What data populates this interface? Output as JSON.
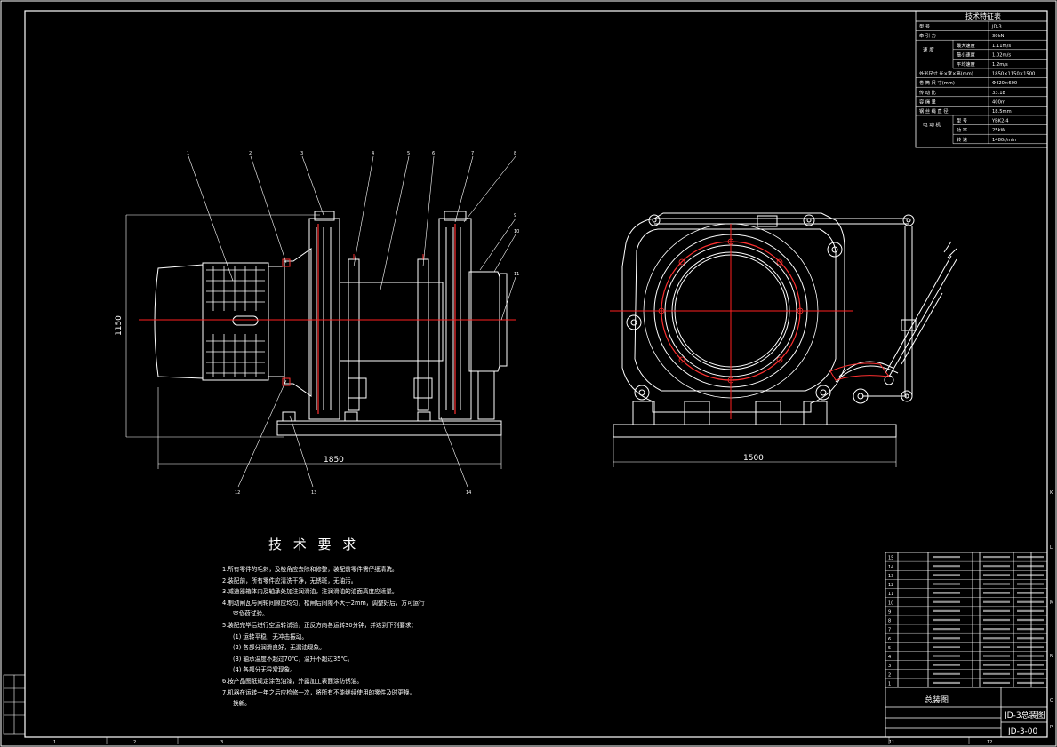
{
  "colors": {
    "background": "#000000",
    "line": "#ffffff",
    "center_line": "#ff2020",
    "accent": "#ff3030"
  },
  "dimensions": {
    "front_width": "1850",
    "front_height": "1150",
    "side_width": "1500"
  },
  "callouts": [
    "1",
    "2",
    "3",
    "4",
    "5",
    "6",
    "7",
    "8",
    "9",
    "10",
    "11"
  ],
  "bottom_callouts": [
    "12",
    "13",
    "14"
  ],
  "spec_table": {
    "title": "技术特征表",
    "rows": [
      {
        "label": "型 号",
        "value": "JD-3"
      },
      {
        "label": "牵 引 力",
        "value": "30kN"
      },
      {
        "group": "速 度",
        "label": "最大速度",
        "value": "1.11m/s"
      },
      {
        "group": "",
        "label": "最小速度",
        "value": "1.02m/s"
      },
      {
        "group": "",
        "label": "平均速度",
        "value": "1.2m/s"
      },
      {
        "label": "外形尺寸 长×宽×高(mm)",
        "value": "1850×1150×1500"
      },
      {
        "label": "卷 筒 尺 寸(mm)",
        "value": "Φ420×600"
      },
      {
        "label": "传 动 比",
        "value": "33.18"
      },
      {
        "label": "容 绳 量",
        "value": "400m"
      },
      {
        "label": "钢 丝 绳 直 径",
        "value": "18.5mm"
      },
      {
        "group": "电 动 机",
        "label": "型 号",
        "value": "YBK2-4"
      },
      {
        "group": "",
        "label": "功 率",
        "value": "25kW"
      },
      {
        "group": "",
        "label": "转 速",
        "value": "1480r/min"
      }
    ]
  },
  "tech_requirements": {
    "title": "技 术 要 求",
    "items": [
      {
        "text": "1.所有零件的毛刺，及棱角应去除和修整，装配前零件需仔细清洗。",
        "sub": false
      },
      {
        "text": "2.装配前，所有零件应清洗干净，无锈斑，无油污。",
        "sub": false
      },
      {
        "text": "3.减速器箱体内及轴承处加注润滑油，注润滑油的油面高度应适量。",
        "sub": false
      },
      {
        "text": "4.制动闸瓦与闸轮间隙应均匀，松闸后间隙不大于2mm，调整好后，方可运行",
        "sub": false
      },
      {
        "text": "空负荷试验。",
        "sub": true
      },
      {
        "text": "5.装配完毕后进行空运转试验，正反方向各运转30分钟，并达到下列要求：",
        "sub": false
      },
      {
        "text": "(1) 运转平稳，无冲击振动。",
        "sub": true
      },
      {
        "text": "(2) 各部分润滑良好，无漏油现象。",
        "sub": true
      },
      {
        "text": "(3) 轴承温度不超过70℃，温升不超过35℃。",
        "sub": true
      },
      {
        "text": "(4) 各部分无异常现象。",
        "sub": true
      },
      {
        "text": "6.按产品图纸规定涂色油漆，外露加工表面涂防锈油。",
        "sub": false
      },
      {
        "text": "7.机器在运转一年之后应检修一次，将所有不能继续使用的零件及时更换。",
        "sub": false
      },
      {
        "text": "换新。",
        "sub": true
      }
    ]
  },
  "title_block": {
    "drawing_title": "总装图",
    "drawing_name": "JD-3总装图",
    "drawing_number": "JD-3-00"
  },
  "bom_rows": [
    "15",
    "14",
    "13",
    "12",
    "11",
    "10",
    "9",
    "8",
    "7",
    "6",
    "5",
    "4",
    "3",
    "2",
    "1"
  ],
  "border_marks": {
    "bottom": [
      "1",
      "2",
      "3",
      "11",
      "12"
    ],
    "right": [
      "K",
      "L",
      "M",
      "N",
      "O",
      "P"
    ]
  }
}
